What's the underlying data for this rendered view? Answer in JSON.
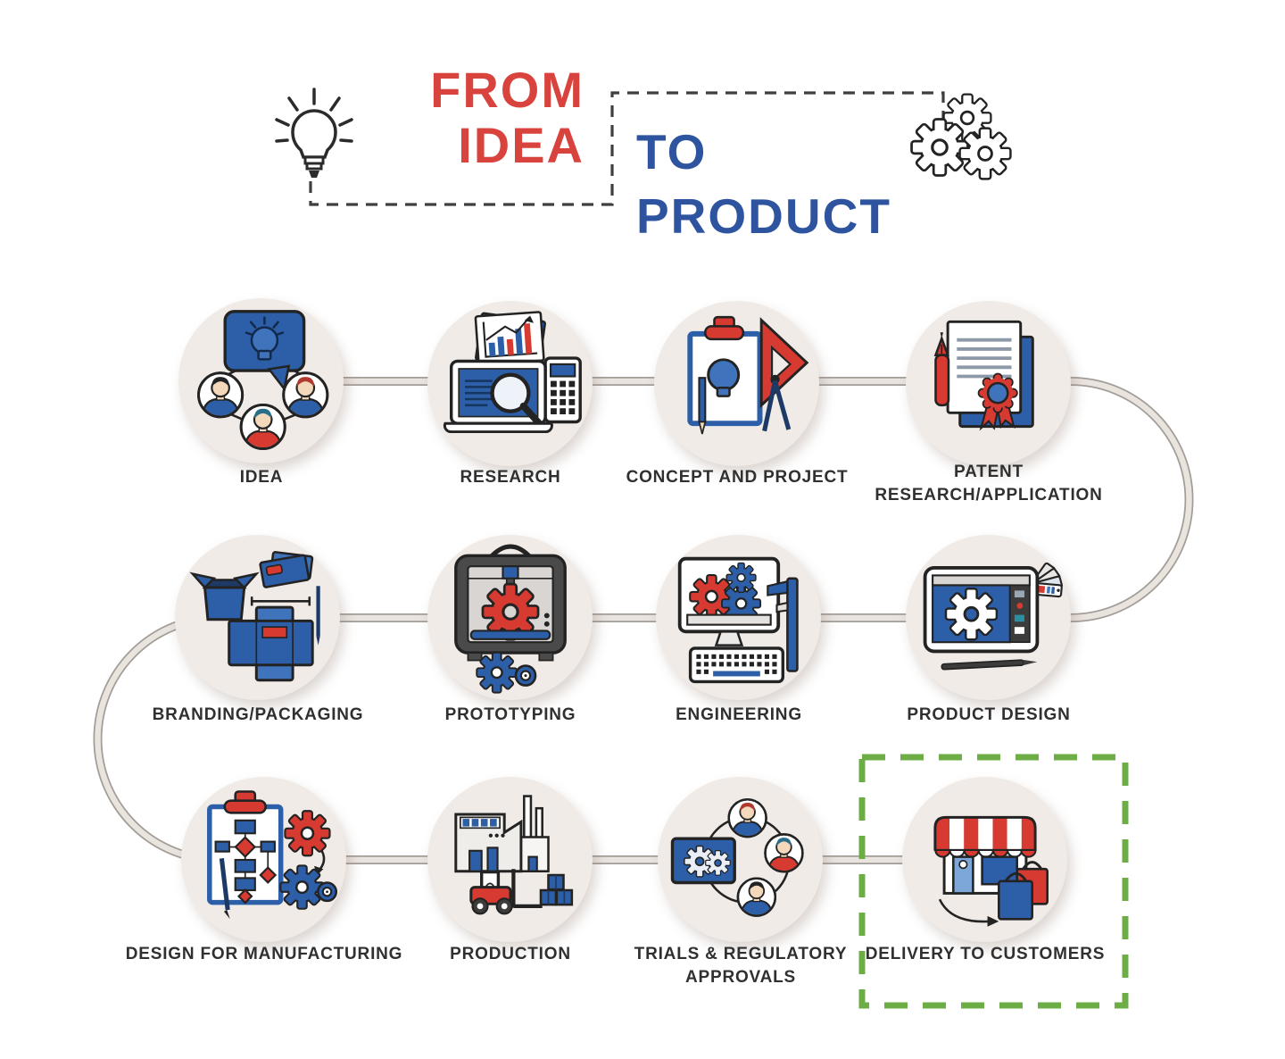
{
  "title": {
    "from": "FROM",
    "idea": "IDEA",
    "to": "TO",
    "product": "PRODUCT",
    "from_idea_color": "#d8443d",
    "to_product_color": "#2e54a0"
  },
  "decorations": {
    "left_icon": "lightbulb-icon",
    "right_icon": "gears-icon",
    "dashed_frame_color": "#3f3f3f"
  },
  "colors": {
    "accent_red": "#d63a31",
    "accent_blue": "#2d5fa8",
    "circle_background": "#f1ebe7",
    "connector_light": "#eae4df",
    "connector_dark": "#a39d98",
    "label_text": "#303030",
    "highlight_green": "#6cae45"
  },
  "steps": [
    {
      "label": "IDEA",
      "icon": "idea-team-icon"
    },
    {
      "label": "RESEARCH",
      "icon": "research-icon"
    },
    {
      "label": "CONCEPT AND PROJECT",
      "icon": "concept-project-icon"
    },
    {
      "label": "PATENT RESEARCH/APPLICATION",
      "icon": "patent-icon"
    },
    {
      "label": "BRANDING/PACKAGING",
      "icon": "branding-packaging-icon"
    },
    {
      "label": "PROTOTYPING",
      "icon": "prototyping-icon"
    },
    {
      "label": "ENGINEERING",
      "icon": "engineering-icon"
    },
    {
      "label": "PRODUCT DESIGN",
      "icon": "product-design-icon"
    },
    {
      "label": "DESIGN FOR MANUFACTURING",
      "icon": "design-for-manufacturing-icon"
    },
    {
      "label": "PRODUCTION",
      "icon": "production-icon"
    },
    {
      "label": "TRIALS & REGULATORY APPROVALS",
      "icon": "trials-approvals-icon"
    },
    {
      "label": "DELIVERY TO CUSTOMERS",
      "icon": "delivery-customers-icon",
      "highlighted": true
    }
  ],
  "highlight": {
    "step_label": "DELIVERY TO CUSTOMERS",
    "style": "green-dashed-box"
  }
}
